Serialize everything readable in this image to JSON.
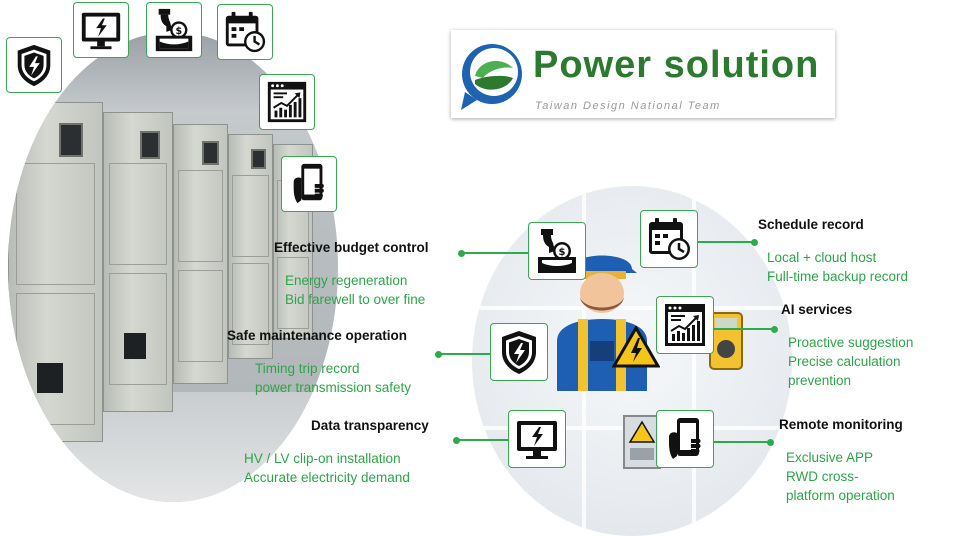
{
  "logo": {
    "title": "Power solution",
    "subtitle": "Taiwan Design National Team"
  },
  "top_icons": [
    {
      "name": "shield-bolt-icon"
    },
    {
      "name": "monitor-bolt-icon"
    },
    {
      "name": "coin-deposit-icon"
    },
    {
      "name": "calendar-clock-icon"
    },
    {
      "name": "web-chart-icon"
    },
    {
      "name": "smartphone-hand-icon"
    }
  ],
  "features": {
    "budget": {
      "heading": "Effective budget control",
      "lines": [
        "Energy regeneration",
        "Bid farewell to over fine"
      ],
      "icon": "coin-deposit-icon"
    },
    "schedule": {
      "heading": "Schedule record",
      "lines": [
        "Local + cloud host",
        "Full-time backup record"
      ],
      "icon": "calendar-clock-icon"
    },
    "safe": {
      "heading": "Safe maintenance operation",
      "lines": [
        "Timing trip record",
        "power transmission safety"
      ],
      "icon": "shield-bolt-icon"
    },
    "ai": {
      "heading": "AI services",
      "lines": [
        "Proactive suggestion",
        "Precise calculation",
        "prevention"
      ],
      "icon": "web-chart-icon"
    },
    "data": {
      "heading": "Data transparency",
      "lines": [
        "HV / LV clip-on installation",
        "Accurate electricity demand"
      ],
      "icon": "monitor-bolt-icon"
    },
    "remote": {
      "heading": "Remote monitoring",
      "lines": [
        "Exclusive APP",
        "RWD cross-",
        "platform operation"
      ],
      "icon": "smartphone-hand-icon"
    }
  },
  "colors": {
    "accent_green": "#2ea44a",
    "logo_green": "#2b7a2f",
    "logo_blue": "#1d63b0"
  }
}
